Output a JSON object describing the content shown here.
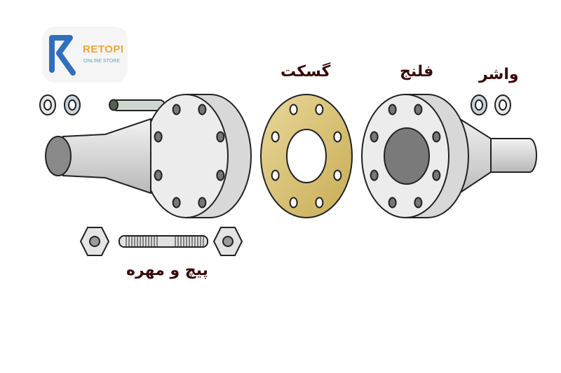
{
  "logo": {
    "name": "RETOPI",
    "tagline": "ONLINE STORE",
    "brand_blue": "#2f6fbf",
    "brand_orange": "#f2a533"
  },
  "labels": {
    "gasket": "گسکت",
    "flange": "فلنج",
    "washer": "واشر",
    "bolt_nut": "پیچ و مهره"
  },
  "colors": {
    "label": "#3a0808",
    "gasket": "#d9c27a",
    "metal": "#e2e2e2"
  }
}
